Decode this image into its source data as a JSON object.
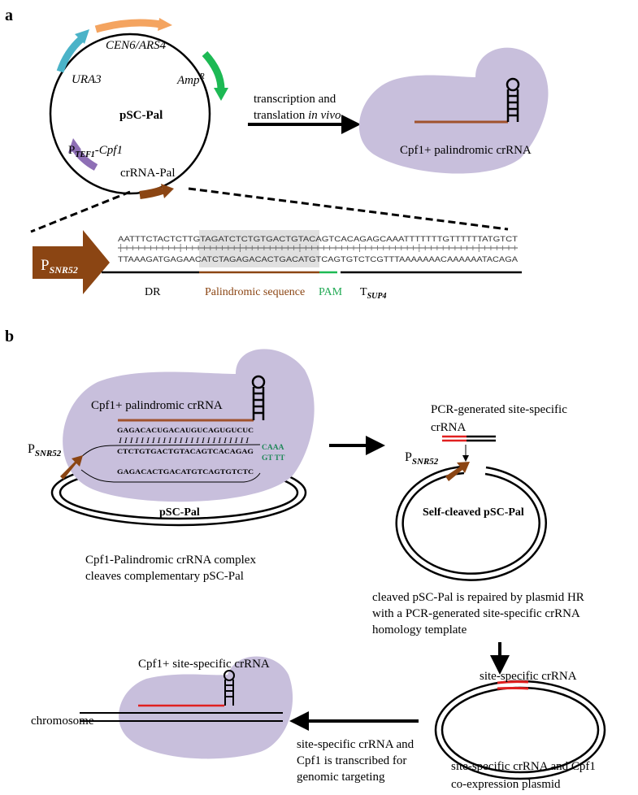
{
  "colors": {
    "blob": "#c8bfdc",
    "brown": "#8b4513",
    "crRNA_line": "#a0522d",
    "orange": "#f4a460",
    "green": "#1db954",
    "teal": "#4bb3c8",
    "purple": "#8e6fb5",
    "pam": "#22aa55",
    "red": "#e02020",
    "grey_box": "#e0e0e0"
  },
  "panel_a": {
    "label": "a",
    "plasmid_name": "pSC-Pal",
    "features": {
      "cen": "CEN6/ARS4",
      "ura": "URA3",
      "amp": "Amp",
      "amp_sup": "R",
      "ptef_p": "P",
      "ptef_sub": "TEF1",
      "ptef_gene": "-Cpf1",
      "crrna": "crRNA-Pal"
    },
    "arrow_text_1": "transcription and",
    "arrow_text_2": "translation ",
    "arrow_text_2_italic": "in vivo",
    "complex_label": "Cpf1+  palindromic crRNA",
    "promoter_p": "P",
    "promoter_sub": "SNR52",
    "seq_top": "AATTTCTACTCTTGTAGATCTCTGTGACTGTACAGTCACAGAGCAAATTTTTTTGTTTTTTATGTCT",
    "seq_bottom": "TTAAAGATGAGAACATCTAGAGACACTGACATGTCAGTGTCTCGTTTAAAAAAACAAAAAATACAGA",
    "region_labels": {
      "dr": "DR",
      "palindromic": "Palindromic sequence",
      "pam": "PAM",
      "term_t": "T",
      "term_sub": "SUP4"
    }
  },
  "panel_b": {
    "label": "b",
    "complex_label": "Cpf1+  palindromic crRNA",
    "rna_seq": "GAGACACUGACAUGUCAGUGUCUC",
    "pair_marks": "I I I I I I I I I I I I I I I I I I I I I I I I",
    "dna_top": "CTCTGTGACTGTACAGTCACAGAG",
    "dna_bottom": "GAGACACTGACATGTCAGTGTCTC",
    "pam_top": "CAAA",
    "pam_bottom": "GT TT",
    "promoter_p": "P",
    "promoter_sub": "SNR52",
    "plasmid_name": "pSC-Pal",
    "caption_1": "Cpf1-Palindromic crRNA complex",
    "caption_2": "cleaves complementary pSC-Pal",
    "pcr_label_1": "PCR-generated  site-specific",
    "pcr_label_2": "crRNA",
    "cleaved_promoter_p": "P",
    "cleaved_promoter_sub": "SNR52",
    "cleaved_name": "Self-cleaved pSC-Pal",
    "repair_1": "cleaved pSC-Pal is repaired by plasmid HR",
    "repair_2": "with a PCR-generated site-specific crRNA",
    "repair_3": "homology template",
    "site_specific_label": "site-specific crRNA",
    "coexp_1": "site-specific crRNA and Cpf1",
    "coexp_2": "co-expression plasmid",
    "transcribe_1": "site-specific crRNA and",
    "transcribe_2": "Cpf1 is transcribed for",
    "transcribe_3": "genomic targeting",
    "final_complex_label": "Cpf1+ site-specific crRNA",
    "chromosome_label": "chromosome"
  }
}
